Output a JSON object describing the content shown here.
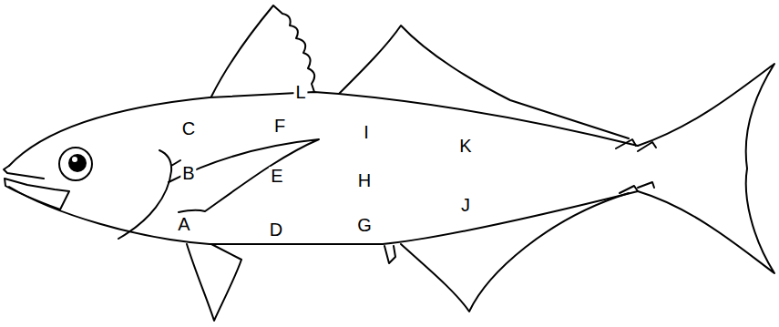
{
  "diagram": {
    "labels": [
      "L",
      "C",
      "F",
      "I",
      "K",
      "B",
      "E",
      "H",
      "J",
      "A",
      "D",
      "G"
    ]
  }
}
